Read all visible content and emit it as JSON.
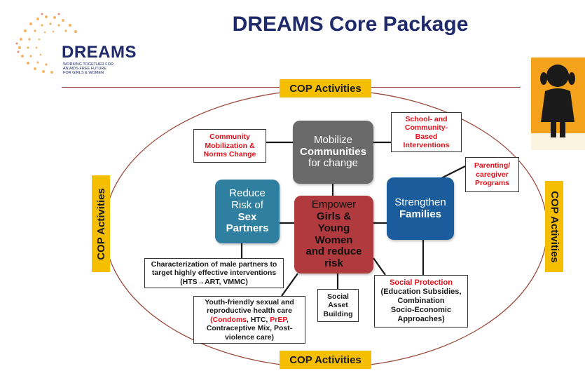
{
  "title": "DREAMS Core Package",
  "logo": {
    "word": "DREAMS",
    "tagline_lines": [
      "WORKING TOGETHER FOR",
      "AN AIDS-FREE FUTURE",
      "FOR GIRLS & WOMEN"
    ]
  },
  "cop_label": "COP Activities",
  "center": {
    "lines": [
      "Empower",
      "Girls &",
      "Young",
      "Women",
      "and reduce",
      "risk"
    ]
  },
  "mobilize": {
    "line1": "Mobilize",
    "line2": "Communities",
    "line3": "for change"
  },
  "reduce": {
    "line1": "Reduce",
    "line2": "Risk of",
    "line3": "Sex",
    "line4": "Partners"
  },
  "strengthen": {
    "line1": "Strengthen",
    "line2": "Families"
  },
  "notes": {
    "community": [
      "Community",
      "Mobilization &",
      "Norms Change"
    ],
    "school": [
      "School- and",
      "Community-",
      "Based",
      "Interventions"
    ],
    "parenting": [
      "Parenting/",
      "caregiver",
      "Programs"
    ],
    "male": [
      "Characterization of male partners to",
      "target highly effective interventions",
      "(HTS→ART, VMMC)"
    ],
    "youth": {
      "line1": "Youth-friendly sexual and",
      "line2": "reproductive health care",
      "line3_red1": "(Condoms",
      "line3_sep1": ", HTC, ",
      "line3_red2": "PrEP",
      "line3_sep2": ",",
      "line4": "Contraceptive Mix, Post-",
      "line5": "violence care)"
    },
    "social_asset": [
      "Social",
      "Asset",
      "Building"
    ],
    "social_protection": {
      "title": "Social Protection",
      "lines": [
        "(Education Subsidies,",
        "Combination",
        "Socio-Economic",
        "Approaches)"
      ]
    }
  },
  "colors": {
    "navy": "#1f2a6b",
    "gold": "#f5bf00",
    "red_text": "#e3121b",
    "teal": "#2f7fa0",
    "blue": "#1b5d9c",
    "gray": "#6a6a6a",
    "maroon": "#b03a3e",
    "orange_bg": "#f4a21b"
  }
}
